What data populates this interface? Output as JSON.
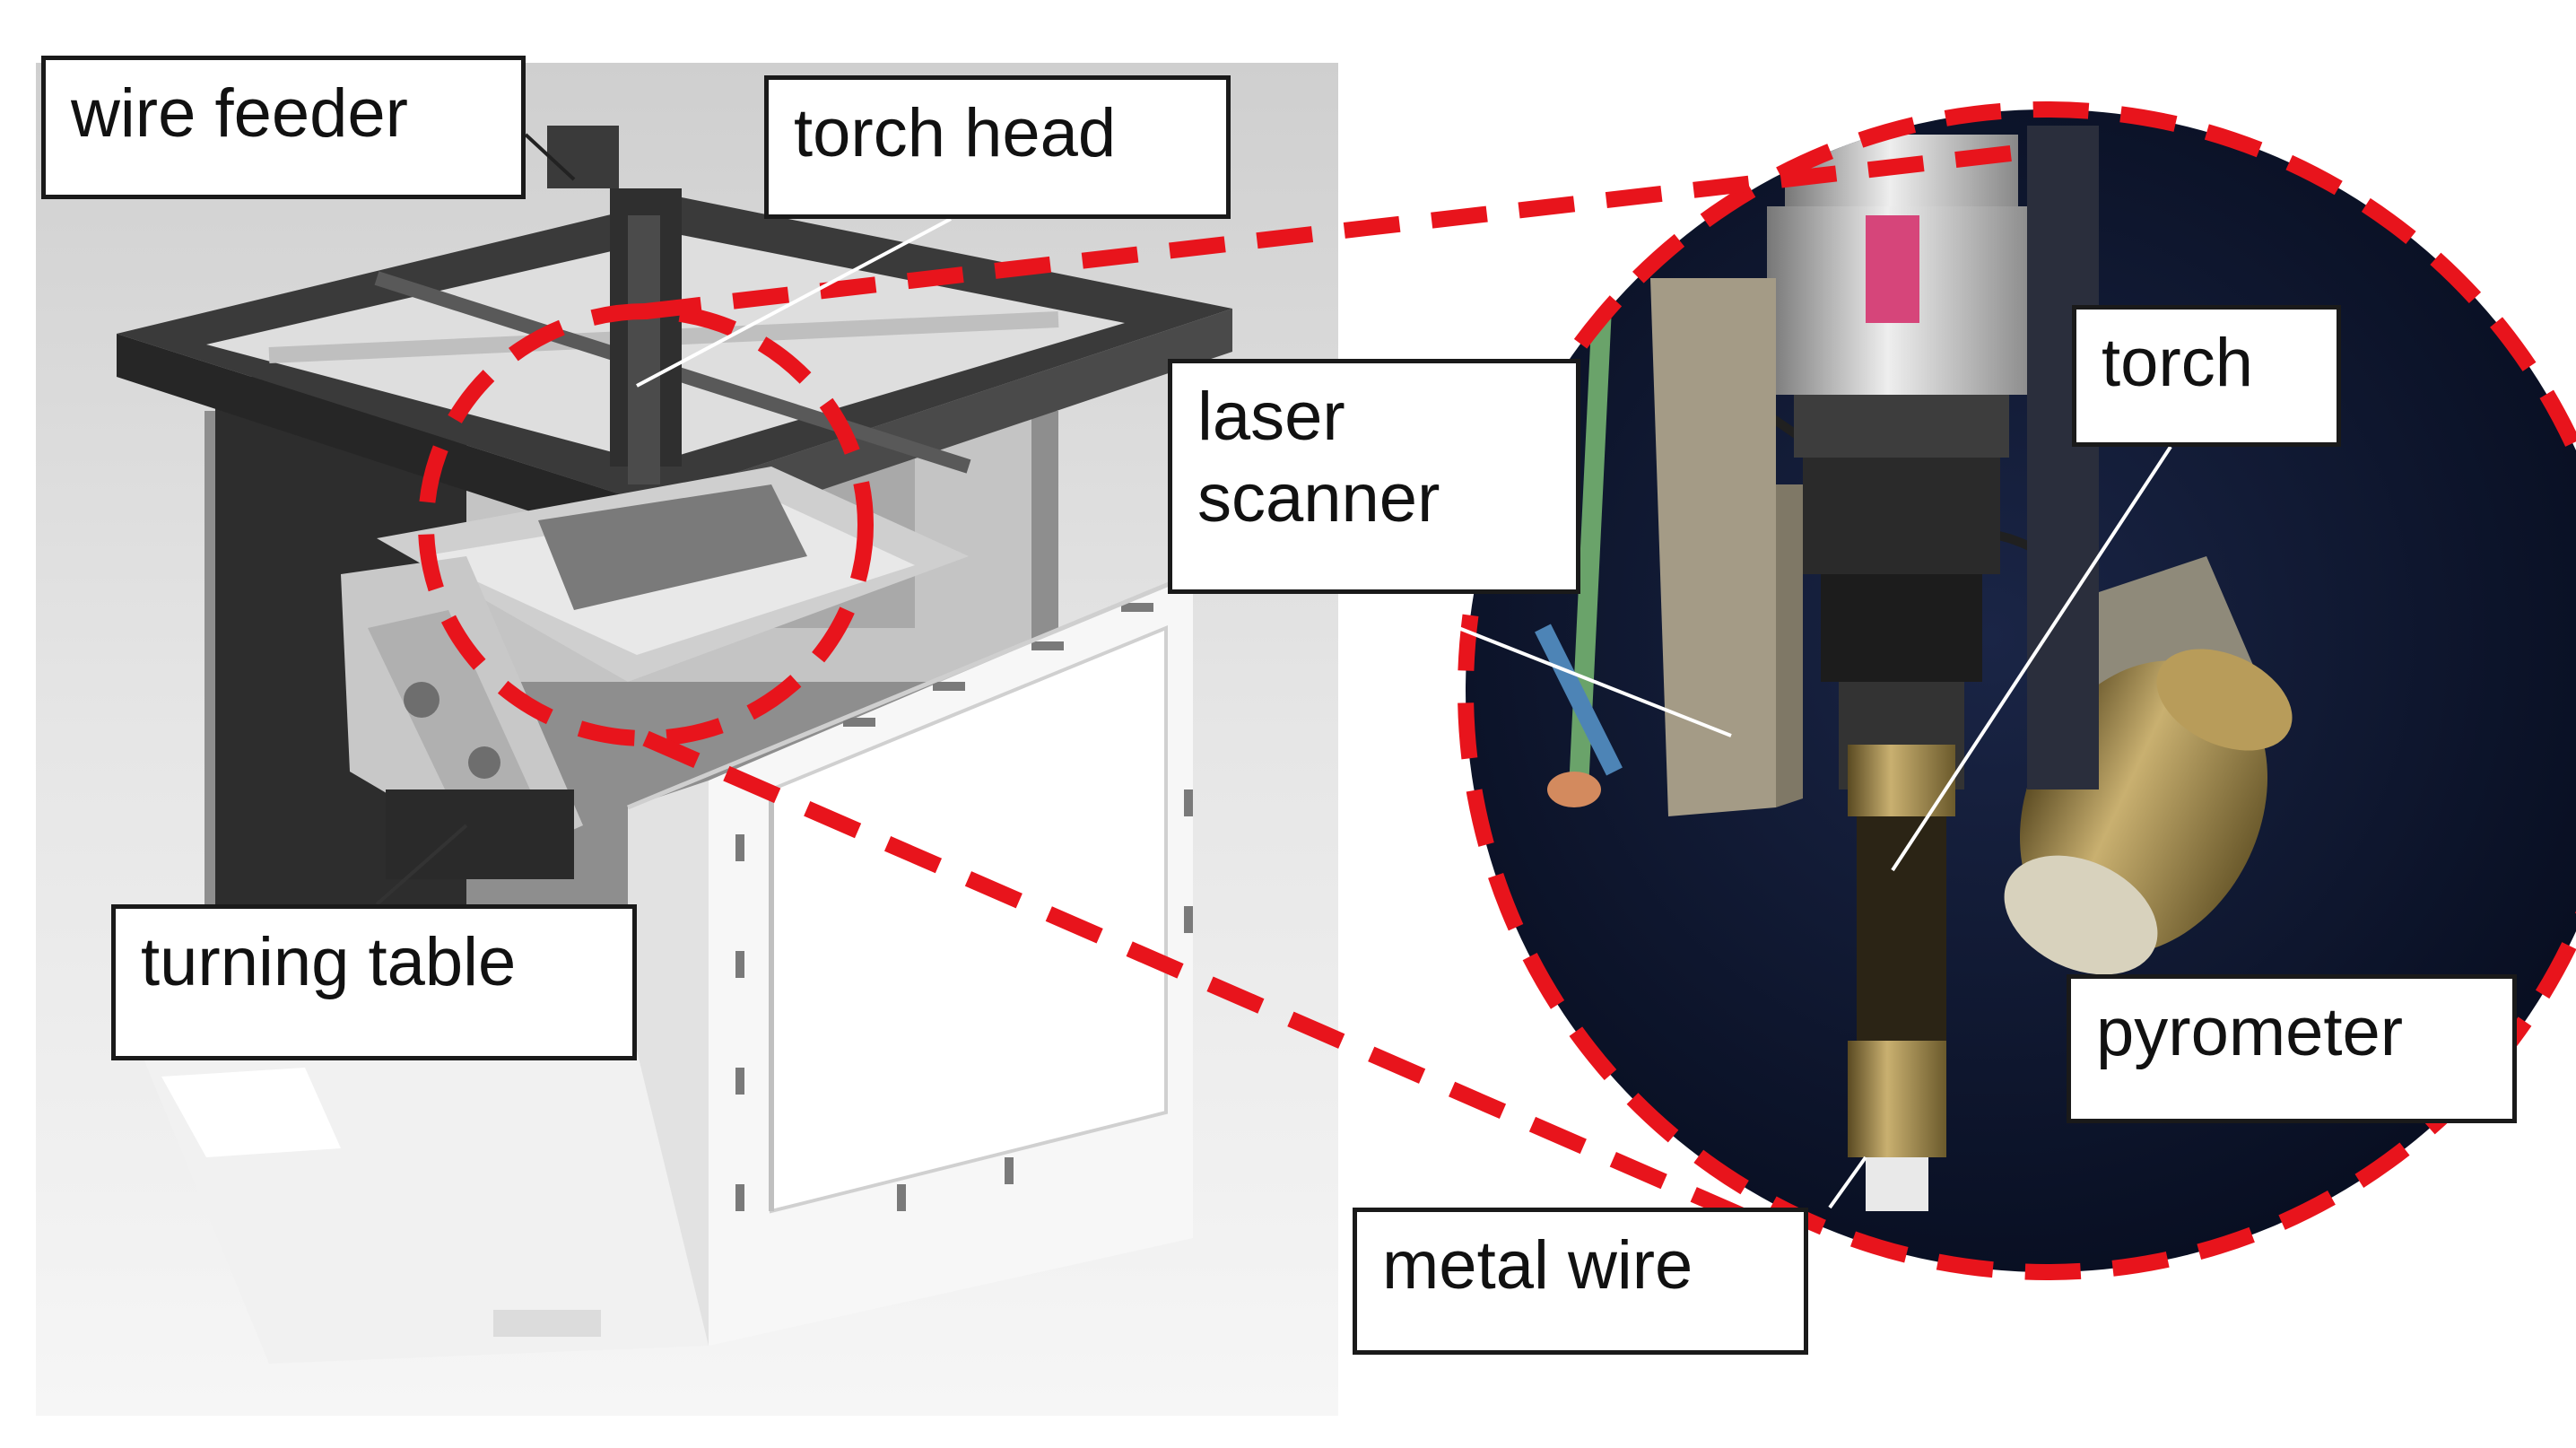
{
  "labels": {
    "wire_feeder": "wire feeder",
    "torch_head": "torch head",
    "laser_scanner": "laser\nscanner",
    "torch": "torch",
    "turning_table": "turning table",
    "pyrometer": "pyrometer",
    "metal_wire": "metal wire"
  },
  "colors": {
    "highlight_dash": "#e8141c",
    "label_border": "#1a1a1a",
    "photo_background": "#101a33",
    "render_background": "#e4e4e4"
  }
}
